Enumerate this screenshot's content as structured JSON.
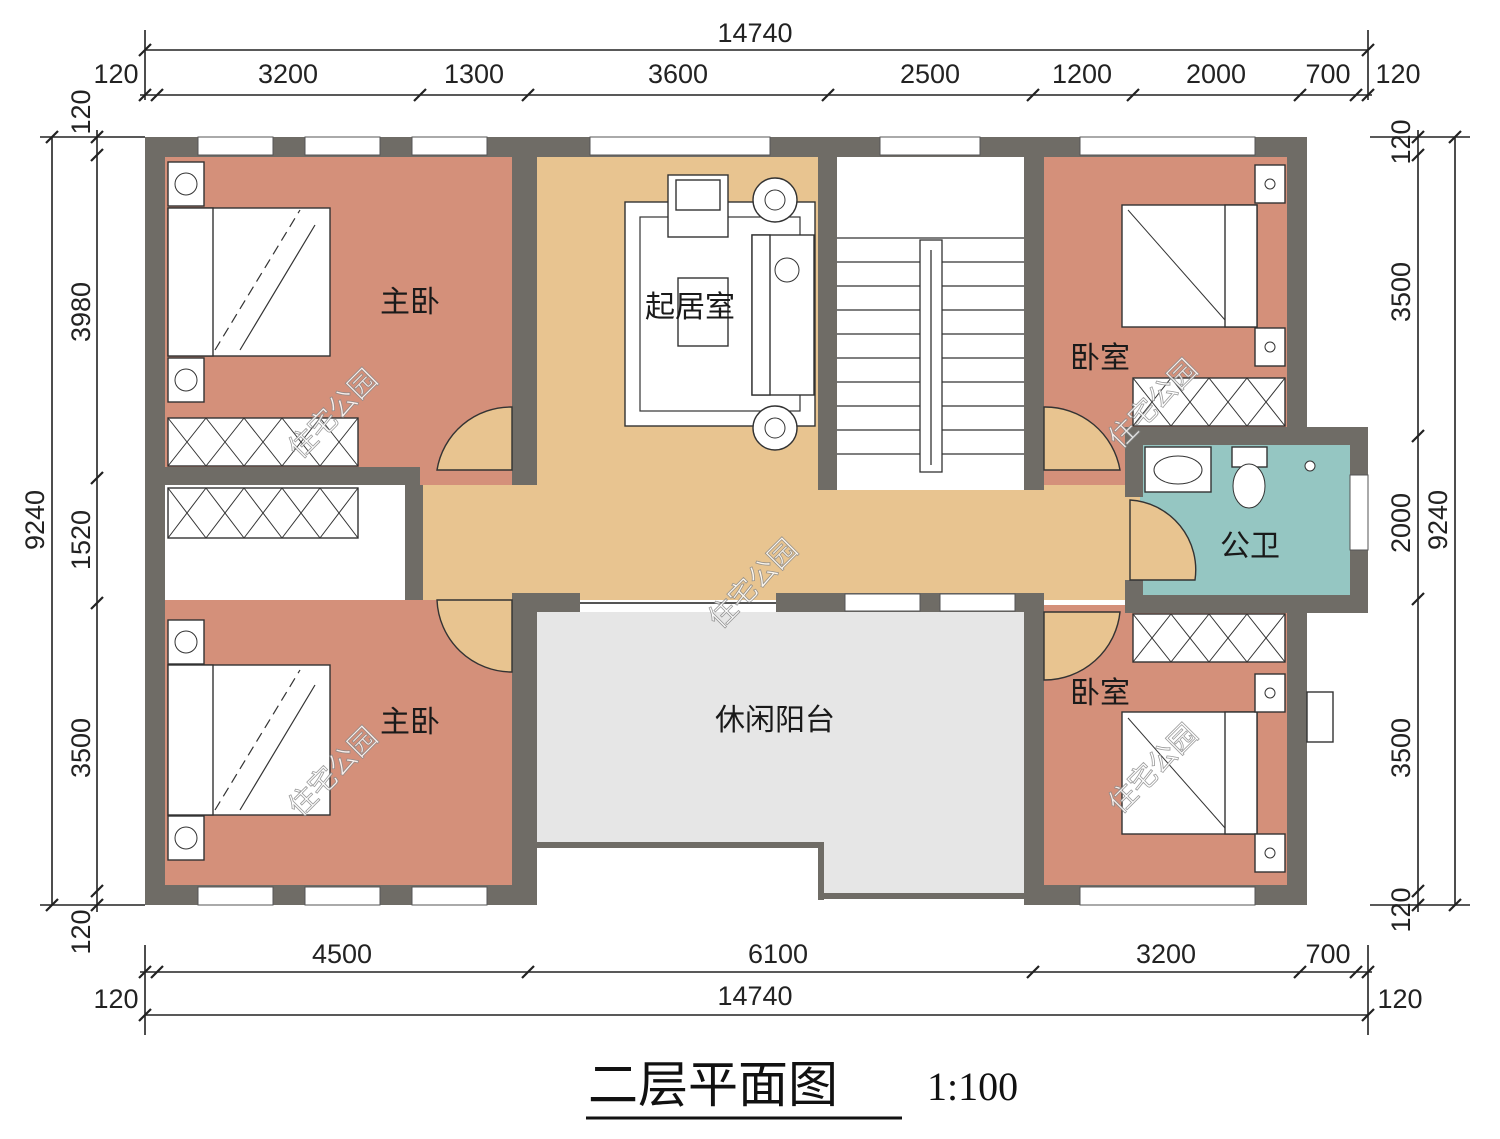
{
  "plan": {
    "title": "二层平面图",
    "scale": "1:100"
  },
  "rooms": {
    "master_bedroom_top": "主卧",
    "master_bedroom_bottom": "主卧",
    "living_room": "起居室",
    "bedroom_top": "卧室",
    "bedroom_bottom": "卧室",
    "bathroom": "公卫",
    "balcony": "休闲阳台"
  },
  "watermark": "住宅公园",
  "dimensions": {
    "top_total": "14740",
    "top_segments": [
      "120",
      "3200",
      "1300",
      "3600",
      "2500",
      "1200",
      "2000",
      "700",
      "120"
    ],
    "bottom_segments": [
      "4500",
      "6100",
      "3200",
      "700"
    ],
    "bottom_total": "14740",
    "bottom_left_offset": "120",
    "bottom_right_offset": "120",
    "left_total": "9240",
    "left_segments": [
      "120",
      "3980",
      "1520",
      "3500",
      "120"
    ],
    "right_total": "9240",
    "right_segments": [
      "120",
      "3500",
      "2000",
      "3500",
      "120"
    ]
  },
  "colors": {
    "bedroom": "#d4907a",
    "living": "#e8c490",
    "bathroom": "#95c6c2",
    "balcony": "#e6e6e6",
    "wall": "#6f6c66"
  }
}
